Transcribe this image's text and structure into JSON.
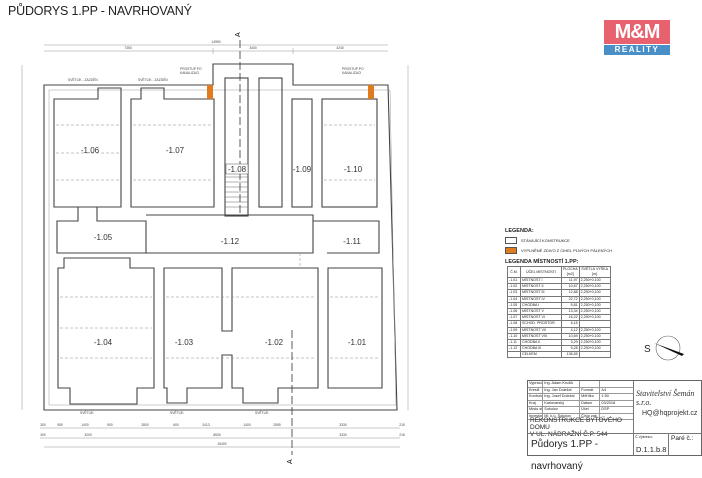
{
  "title": "PŮDORYS 1.PP - NAVRHOVANÝ",
  "logo": {
    "top": "M&M",
    "bottom": "REALITY",
    "colors": {
      "top": "#e8616f",
      "bottom": "#4a90c8"
    }
  },
  "colors": {
    "wall": "#444444",
    "brick_fill": "#e07b1f"
  },
  "section_mark": "A",
  "plan": {
    "rooms": [
      {
        "id": "-1.06"
      },
      {
        "id": "-1.07"
      },
      {
        "id": "-1.08"
      },
      {
        "id": "-1.09"
      },
      {
        "id": "-1.10"
      },
      {
        "id": "-1.05"
      },
      {
        "id": "-1.12"
      },
      {
        "id": "-1.11"
      },
      {
        "id": "-1.04"
      },
      {
        "id": "-1.03"
      },
      {
        "id": "-1.02"
      },
      {
        "id": "-1.01"
      }
    ],
    "notes": {
      "skylight_bricked": "SVĚTLÍK - ZAZDĚN",
      "sewer_passage_1": "PROSTUP PO",
      "sewer_passage_2": "KANALIZACI",
      "skylight": "SVĚTLÍK"
    },
    "dims_top": {
      "total": "14990",
      "parts": [
        "7350",
        "3400",
        "4240"
      ]
    },
    "dims_bottom": {
      "row1": [
        "300",
        "950",
        "1400",
        "900",
        "2800",
        "600",
        "2413",
        "1400",
        "2555",
        "3330",
        "215"
      ],
      "row2": [
        "300",
        "3200",
        "8530",
        "3330",
        "215"
      ],
      "total": "15400"
    }
  },
  "legend": {
    "heading": "LEGENDA:",
    "items": [
      {
        "label": "STÁVAJÍCÍ KONSTRUKCE",
        "color": "#ffffff"
      },
      {
        "label": "VYPLNĚNÉ ZDIVO Z CIHEL PLNÝCH PÁLENÝCH",
        "color": "#e07b1f"
      }
    ]
  },
  "room_legend": {
    "heading": "LEGENDA MÍSTNOSTÍ 1.PP:",
    "columns": [
      "Č.M.",
      "ÚČEL MÍSTNOSTI",
      "PLOCHA [m2]",
      "SVĚTLÁ VÝŠKA [m]"
    ],
    "rows": [
      [
        "-1.01",
        "MÍSTNOST I",
        "11,97",
        "2,250+0,100"
      ],
      [
        "-1.02",
        "MÍSTNOST II",
        "10,67",
        "2,250+0,100"
      ],
      [
        "-1.03",
        "MÍSTNOST III",
        "12,88",
        "2,250+0,100"
      ],
      [
        "-1.04",
        "MÍSTNOST IV",
        "22,72",
        "2,250+0,100"
      ],
      [
        "-1.05",
        "CHODBA I",
        "5,81",
        "2,250+0,100"
      ],
      [
        "-1.06",
        "MÍSTNOST V",
        "13,34",
        "2,250+0,100"
      ],
      [
        "-1.07",
        "MÍSTNOST VI",
        "16,22",
        "2,250+0,100"
      ],
      [
        "-1.08",
        "SCHOD. PROSTOR",
        "6,15",
        ""
      ],
      [
        "-1.09",
        "MÍSTNOST VII",
        "4,12",
        "2,250+0,100"
      ],
      [
        "-1.10",
        "MÍSTNOST VIII",
        "10,69",
        "2,250+0,100"
      ],
      [
        "-1.11",
        "CHODBA II",
        "3,29",
        "2,250+0,100"
      ],
      [
        "-1.12",
        "CHODBA III",
        "5,28",
        "2,250+0,100"
      ]
    ],
    "total_label": "CELKEM",
    "total_value": "136,55"
  },
  "compass": {
    "label": "S"
  },
  "title_block": {
    "people": [
      [
        "Vypracoval",
        "Ing. Adam Kružík",
        "",
        ""
      ],
      [
        "Kreslil",
        "Ing. Jan Doležal",
        "Formát",
        "A4"
      ],
      [
        "Kontroloval",
        "Ing. Josef Doležal",
        "Měřítko",
        "1:50"
      ],
      [
        "Kraj",
        "Karlovarský",
        "Datum",
        "03/2018"
      ],
      [
        "Místo stavby",
        "Sokolov",
        "Účel",
        "DSP"
      ],
      [
        "Investor",
        "Ml. k.ú. Sokolov",
        "Číslo zak.",
        "---"
      ]
    ],
    "project_line1": "REKONSTRUKCE BYTOVÉHO DOMU",
    "project_line2": "V UL. NÁDRAŽNÍ Č.P. 544",
    "drawing_name": "Půdorys 1.PP - navrhovaný",
    "company": "Stavitelství Šemán s.r.o.",
    "email": "HQ@hqprojekt.cz",
    "drawing_no_label": "Č.Výkresu:",
    "drawing_no": "D.1.1.b.8",
    "pare_label": "Paré č.:"
  }
}
